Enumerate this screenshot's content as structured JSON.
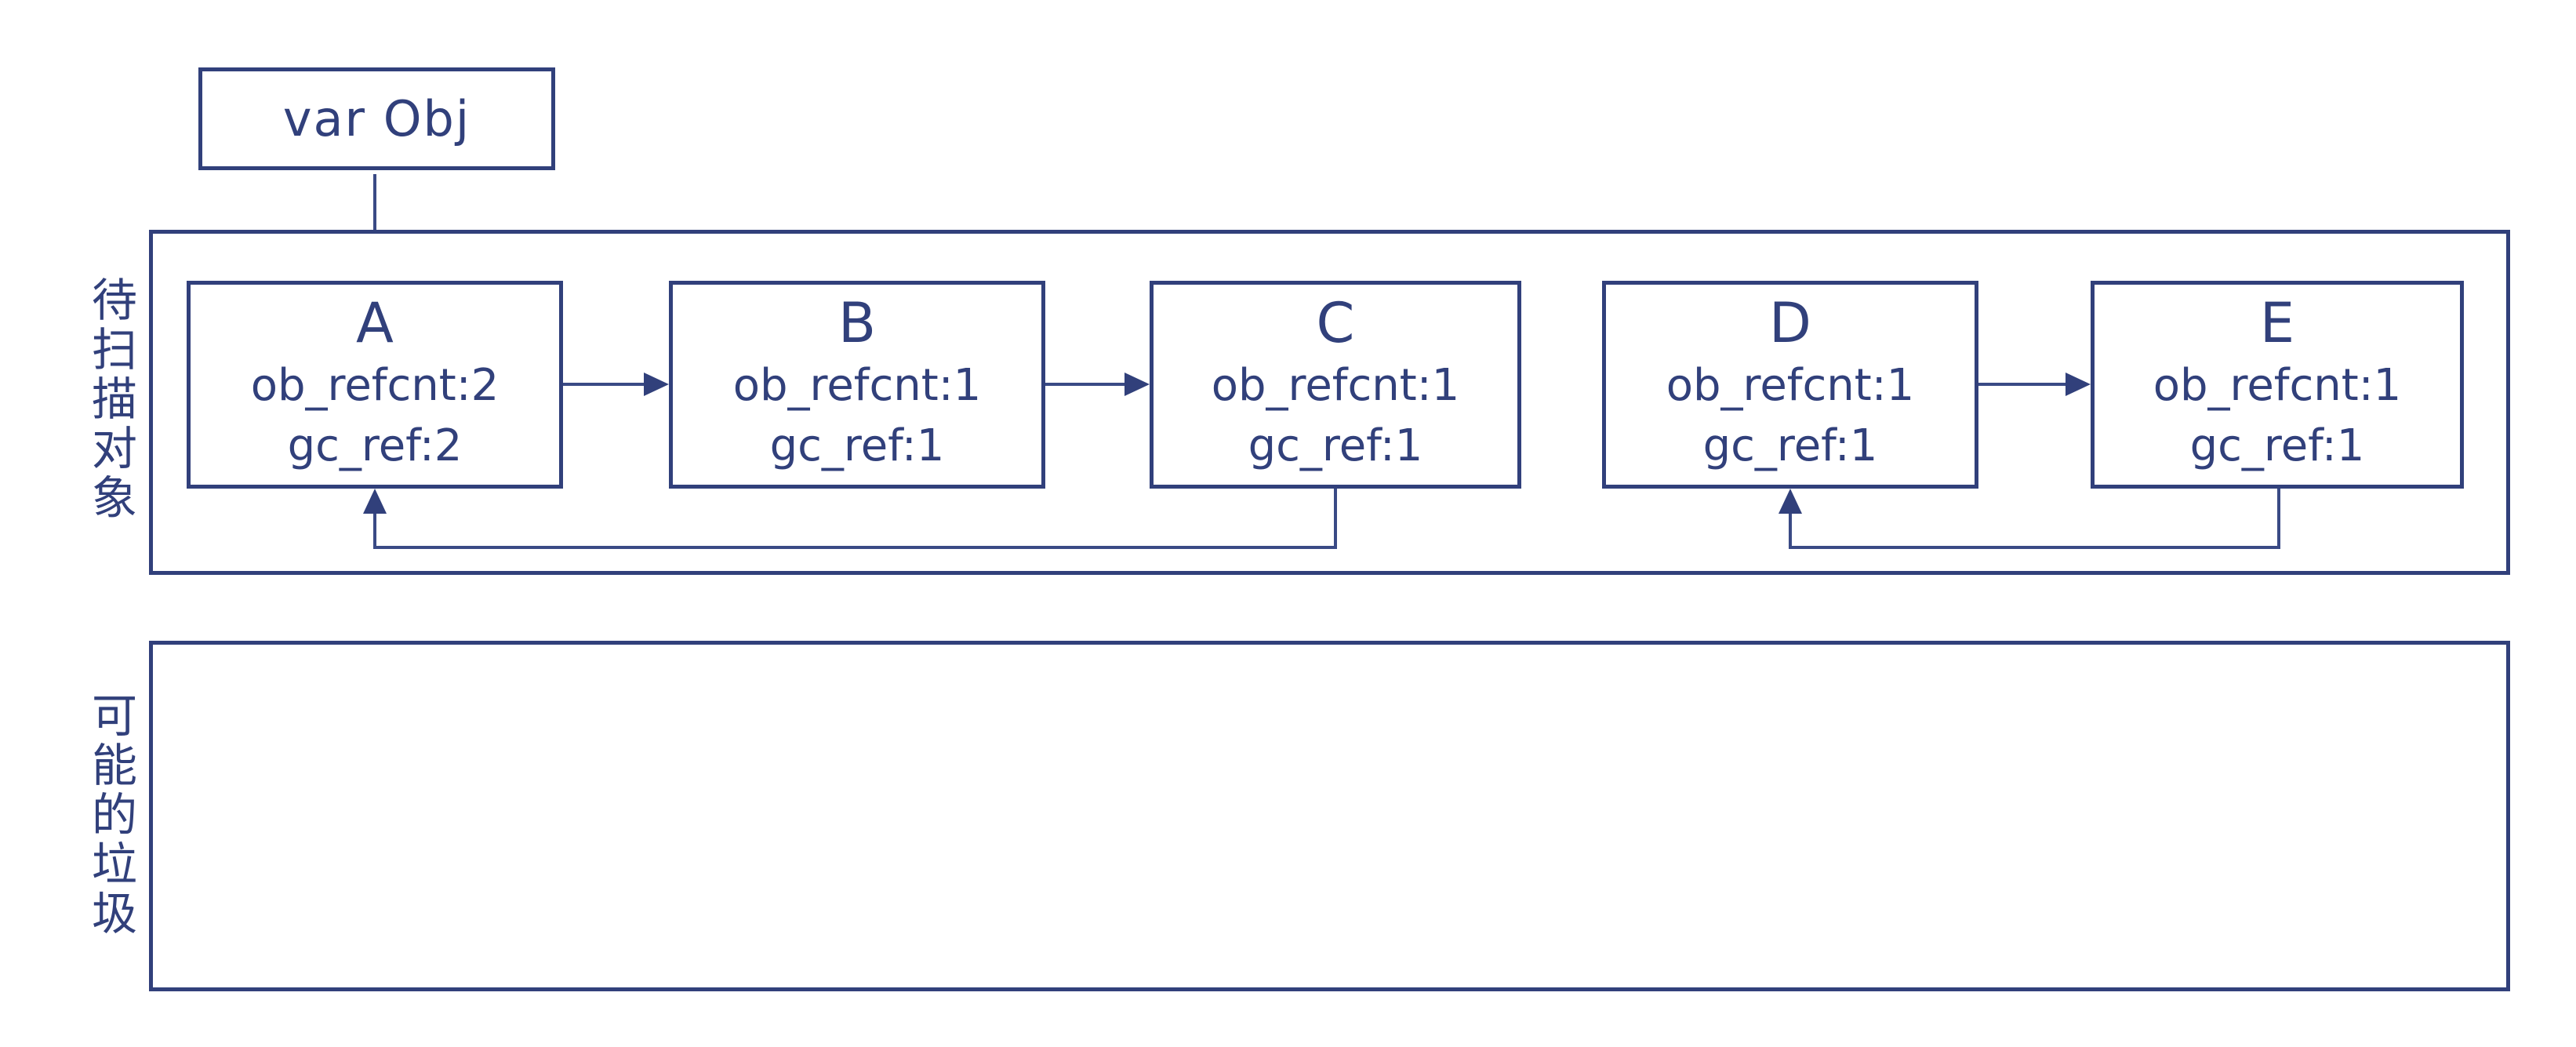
{
  "diagram": {
    "colors": {
      "stroke": "#31407b",
      "text": "#31407b",
      "background": "#ffffff"
    },
    "root_box": {
      "label": "var Obj"
    },
    "scan_section": {
      "label": "待扫描对象",
      "nodes": [
        {
          "title": "A",
          "line1": "ob_refcnt:2",
          "line2": "gc_ref:2"
        },
        {
          "title": "B",
          "line1": "ob_refcnt:1",
          "line2": "gc_ref:1"
        },
        {
          "title": "C",
          "line1": "ob_refcnt:1",
          "line2": "gc_ref:1"
        },
        {
          "title": "D",
          "line1": "ob_refcnt:1",
          "line2": "gc_ref:1"
        },
        {
          "title": "E",
          "line1": "ob_refcnt:1",
          "line2": "gc_ref:1"
        }
      ]
    },
    "garbage_section": {
      "label": "可能的垃圾"
    },
    "edges": [
      {
        "from": "var Obj",
        "to": "A"
      },
      {
        "from": "A",
        "to": "B"
      },
      {
        "from": "B",
        "to": "C"
      },
      {
        "from": "C",
        "to": "A"
      },
      {
        "from": "D",
        "to": "E"
      },
      {
        "from": "E",
        "to": "D"
      }
    ]
  }
}
